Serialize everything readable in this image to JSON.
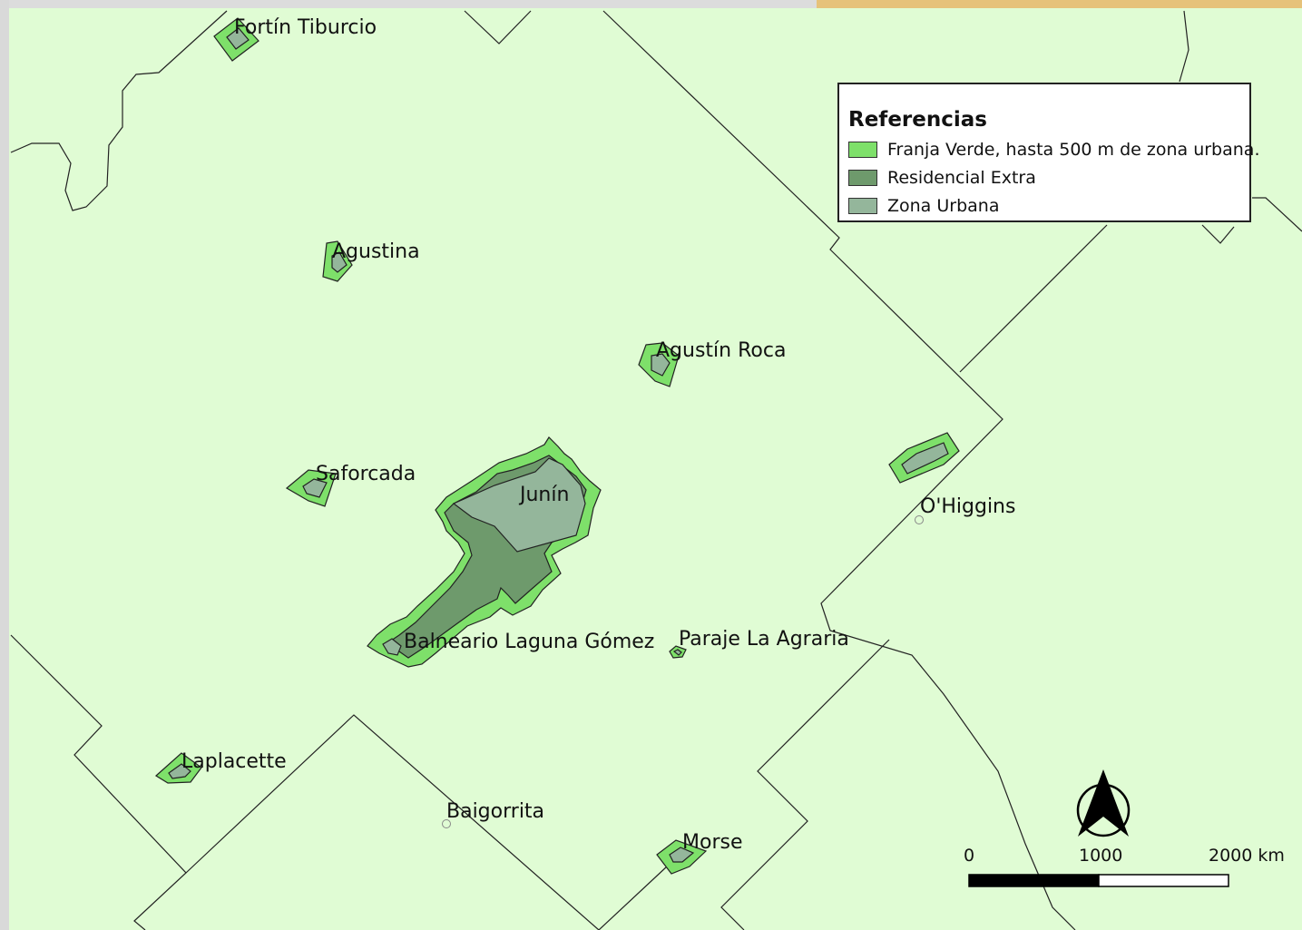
{
  "colors": {
    "background": "#e0fcd4",
    "franja_verde": "#7ee06a",
    "residencial_extra": "#6e9a6c",
    "zona_urbana": "#94b69b",
    "boundary": "#222222"
  },
  "legend": {
    "title": "Referencias",
    "items": [
      {
        "label": "Franja Verde, hasta 500 m de zona urbana.",
        "color": "#7ee06a"
      },
      {
        "label": "Residencial Extra",
        "color": "#6e9a6c"
      },
      {
        "label": "Zona Urbana",
        "color": "#94b69b"
      }
    ]
  },
  "places": {
    "fortin_tiburcio": "Fortín Tiburcio",
    "agustina": "Agustina",
    "agustin_roca": "Agustín Roca",
    "saforcada": "Saforcada",
    "junin": "Junín",
    "ohiggins": "O'Higgins",
    "balneario": "Balneario Laguna Gómez",
    "paraje": "Paraje La Agraria",
    "laplacette": "Laplacette",
    "baigorrita": "Baigorrita",
    "morse": "Morse"
  },
  "scale_bar": {
    "labels": [
      "0",
      "1000",
      "2000 km"
    ]
  },
  "north_arrow": {
    "icon": "north-arrow-icon"
  }
}
